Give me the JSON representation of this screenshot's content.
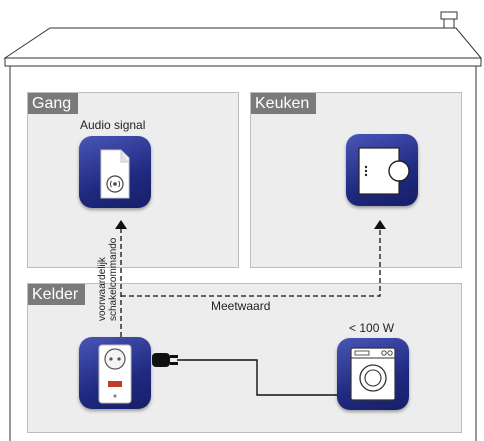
{
  "rooms": {
    "gang": {
      "label": "Gang"
    },
    "keuken": {
      "label": "Keuken"
    },
    "kelder": {
      "label": "Kelder"
    }
  },
  "devices": {
    "audio_signal": {
      "label": "Audio signal",
      "icon": "audio-signal-icon"
    },
    "door_window_contact": {
      "icon": "door-contact-icon"
    },
    "washing_machine": {
      "label": "< 100 W",
      "icon": "washing-machine-icon"
    },
    "smart_plug": {
      "icon": "smart-plug-icon"
    }
  },
  "connections": {
    "switch_command": {
      "line1": "voorwaardelijk",
      "line2": "schakelcommando"
    },
    "measured_value": {
      "label": "Meetwaard"
    }
  },
  "colors": {
    "tile": "#222d86",
    "room_label_bg": "#7a7a7a",
    "room_bg": "#ededed"
  }
}
